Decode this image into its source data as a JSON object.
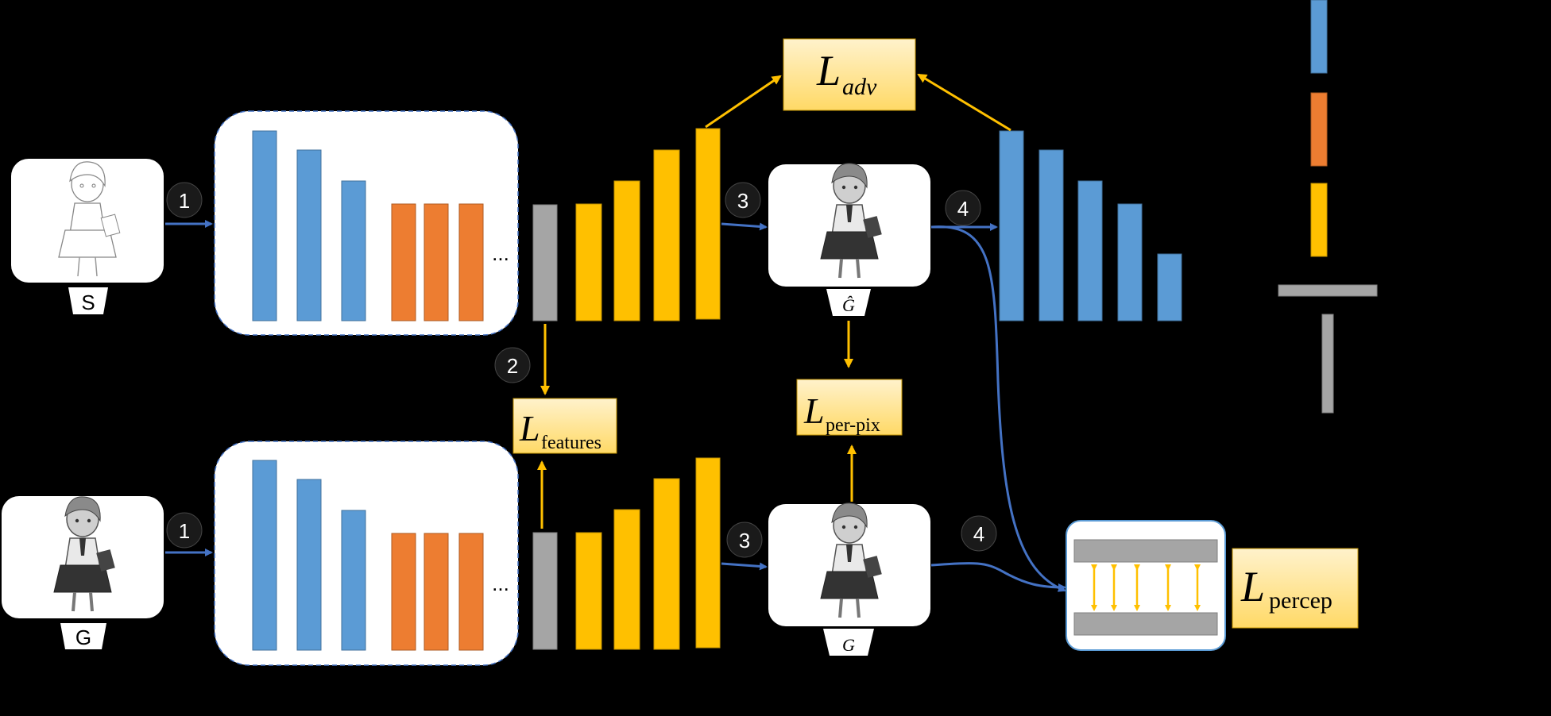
{
  "colors": {
    "background": "#000000",
    "blue": "#5B9BD5",
    "orange": "#ED7D31",
    "yellow": "#FFC000",
    "gray": "#A5A5A5",
    "arrow_blue": "#4472C4",
    "arrow_yellow": "#FFC000",
    "loss_box_fill": "#FFE6A8",
    "white": "#FFFFFF"
  },
  "images": {
    "sketch": {
      "label": "S",
      "icon": "anime-girl-sketch"
    },
    "generated": {
      "label": "Ĝ",
      "icon": "anime-girl-generated"
    },
    "ground_truth_left": {
      "label": "G",
      "icon": "anime-girl-grayscale"
    },
    "ground_truth_mid": {
      "label": "G",
      "icon": "anime-girl-grayscale"
    }
  },
  "ellipsis": "...",
  "step_badges": [
    "1",
    "2",
    "3",
    "4"
  ],
  "losses": {
    "adv": {
      "main": "L",
      "sub": "adv"
    },
    "features": {
      "main": "L",
      "sub": "features"
    },
    "per_pix": {
      "main": "L",
      "sub": "per-pix"
    },
    "percep": {
      "main": "L",
      "sub": "percep"
    }
  },
  "icons": [
    "anime-girl-sketch",
    "anime-girl-generated",
    "anime-girl-grayscale",
    "step-badge",
    "arrow"
  ]
}
